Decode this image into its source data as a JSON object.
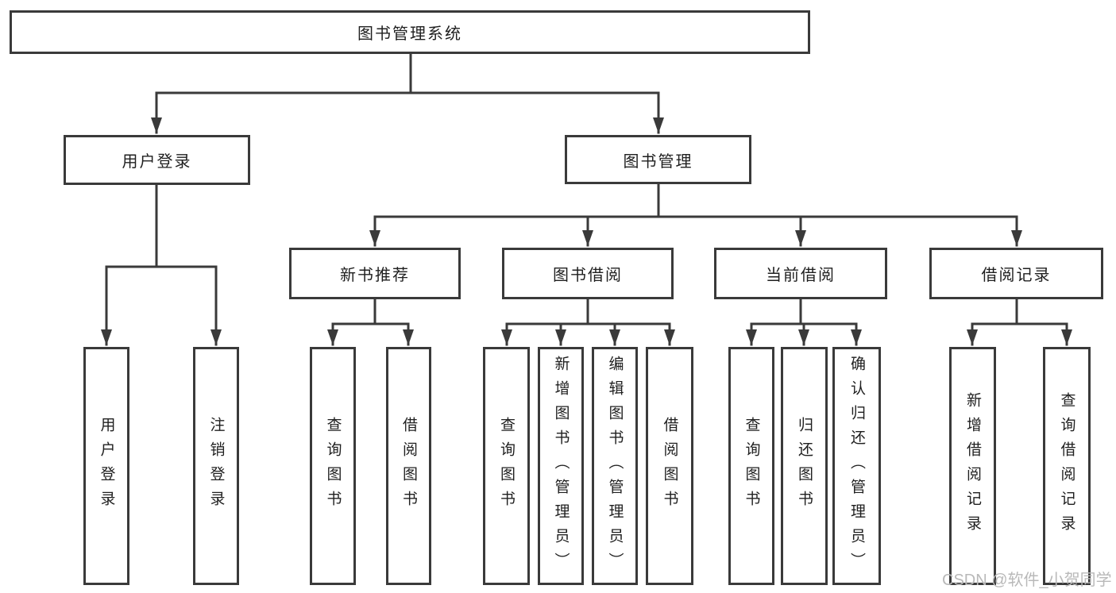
{
  "tree": {
    "label": "图书管理系统",
    "children": [
      {
        "label": "用户登录",
        "children": [
          {
            "label": "用户登录"
          },
          {
            "label": "注销登录"
          }
        ]
      },
      {
        "label": "图书管理",
        "children": [
          {
            "label": "新书推荐",
            "children": [
              {
                "label": "查询图书"
              },
              {
                "label": "借阅图书"
              }
            ]
          },
          {
            "label": "图书借阅",
            "children": [
              {
                "label": "查询图书"
              },
              {
                "label": "新增图书（管理员）"
              },
              {
                "label": "编辑图书（管理员）"
              },
              {
                "label": "借阅图书"
              }
            ]
          },
          {
            "label": "当前借阅",
            "children": [
              {
                "label": "查询图书"
              },
              {
                "label": "归还图书"
              },
              {
                "label": "确认归还（管理员）"
              }
            ]
          },
          {
            "label": "借阅记录",
            "children": [
              {
                "label": "新增借阅记录"
              },
              {
                "label": "查询借阅记录"
              }
            ]
          }
        ]
      }
    ]
  },
  "watermark": "CSDN @软件_小贺同学",
  "colors": {
    "line": "#3a3a3a",
    "text": "#1f1f1f",
    "watermark": "#b9b9b9",
    "background": "#ffffff"
  }
}
